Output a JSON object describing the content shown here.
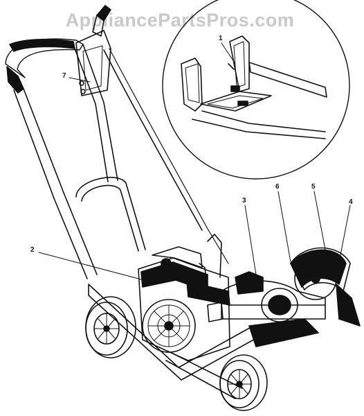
{
  "watermark": "AppliancePartsPros.com",
  "callouts": [
    {
      "id": "1",
      "label": "1"
    },
    {
      "id": "2",
      "label": "2"
    },
    {
      "id": "3",
      "label": "3"
    },
    {
      "id": "4",
      "label": "4"
    },
    {
      "id": "5",
      "label": "5"
    },
    {
      "id": "6",
      "label": "6"
    },
    {
      "id": "7",
      "label": "7"
    }
  ],
  "colors": {
    "ink": "#111111",
    "paper": "#ffffff",
    "watermark": "#c9c9c9"
  }
}
